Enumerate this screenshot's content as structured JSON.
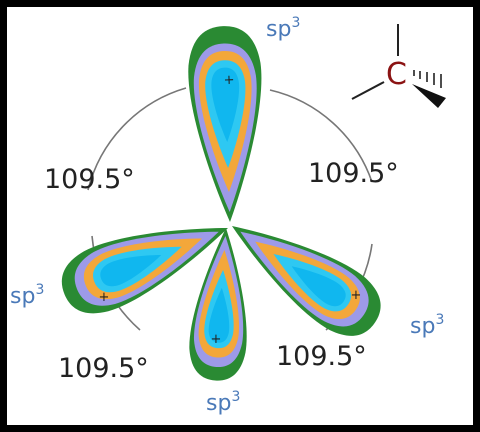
{
  "labels": {
    "orbital_base": "sp",
    "orbital_exp": "3",
    "angle": "109.5°",
    "carbon": "C"
  },
  "colors": {
    "frame": "#000000",
    "panel": "#ffffff",
    "outer_lobe": "#2a8a33",
    "lavender": "#9d9ae8",
    "orange": "#f3a73a",
    "light_blue": "#2ec8f2",
    "inner_blue": "#10b7ef",
    "orbital_label": "#4a79b8",
    "carbon_label": "#8b1313",
    "circle": "#777777"
  }
}
